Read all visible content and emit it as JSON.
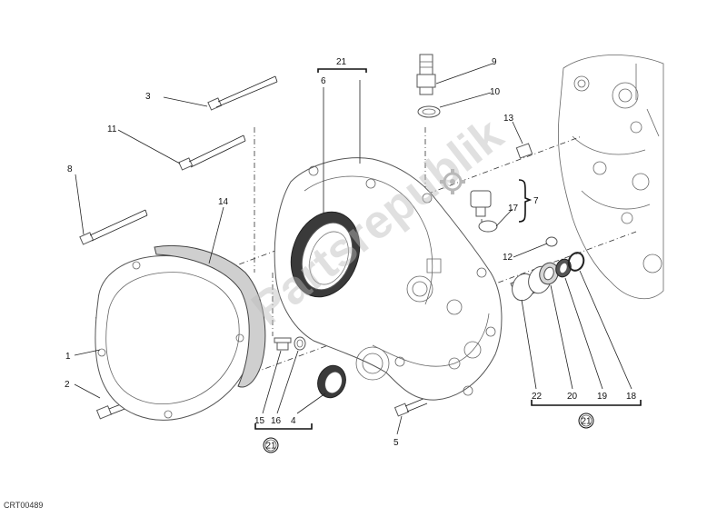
{
  "diagram": {
    "callouts": [
      "1",
      "2",
      "3",
      "4",
      "5",
      "6",
      "7",
      "8",
      "9",
      "10",
      "11",
      "12",
      "13",
      "14",
      "15",
      "16",
      "17",
      "18",
      "19",
      "20",
      "21",
      "22"
    ],
    "kit_ref": "21",
    "figure_code": "CRT00489",
    "watermark": "Partsrepublik"
  }
}
